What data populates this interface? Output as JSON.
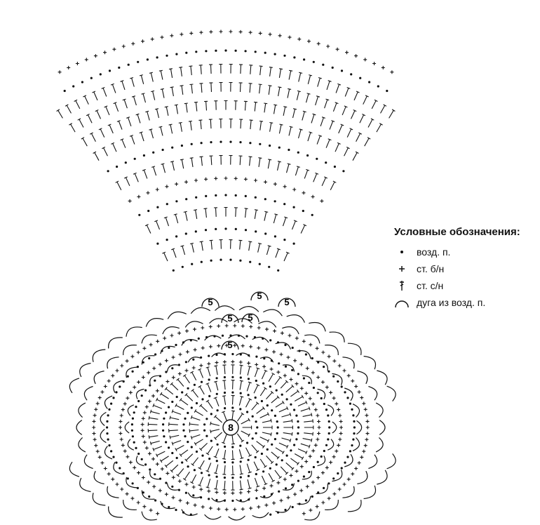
{
  "legend": {
    "title": "Условные обозначения:",
    "items": [
      {
        "symbol": "chain-dot-icon",
        "label": "возд. п."
      },
      {
        "symbol": "single-crochet-icon",
        "label": "ст. б/н"
      },
      {
        "symbol": "double-crochet-icon",
        "label": "ст. с/н"
      },
      {
        "symbol": "chain-arc-icon",
        "label": "дуга из возд. п."
      }
    ]
  },
  "diagram": {
    "center_ring_count": "8",
    "arc_chain_counts": [
      "5",
      "5",
      "5",
      "5",
      "5",
      "5"
    ]
  },
  "colors": {
    "ink": "#111111",
    "background": "#ffffff"
  }
}
